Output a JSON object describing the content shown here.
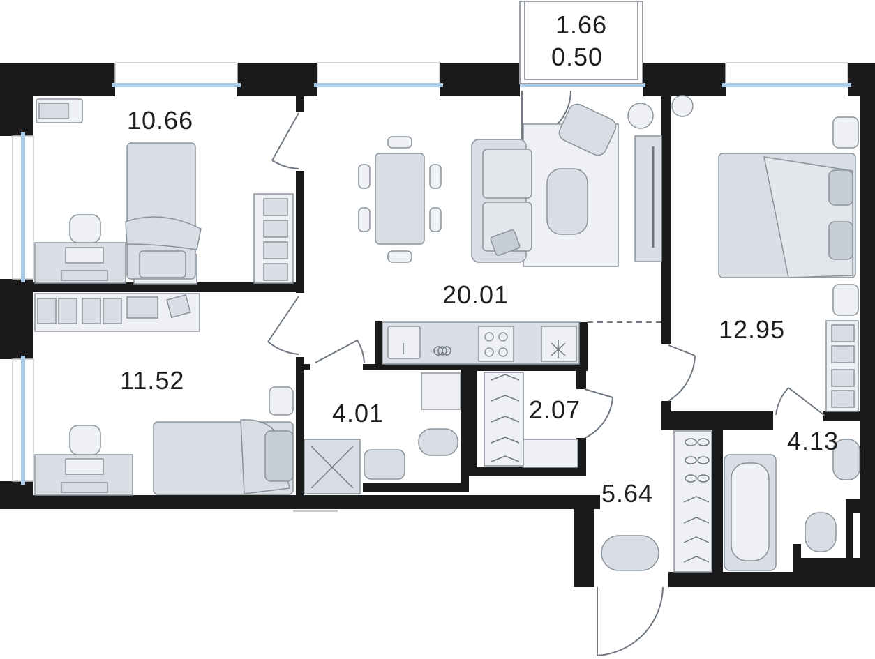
{
  "rooms": [
    {
      "name": "bedroom-small",
      "area": "10.66"
    },
    {
      "name": "living-room",
      "area": "20.01"
    },
    {
      "name": "bedroom-master",
      "area": "12.95"
    },
    {
      "name": "bedroom-second",
      "area": "11.52"
    },
    {
      "name": "shower-room",
      "area": "4.01"
    },
    {
      "name": "wardrobe",
      "area": "2.07"
    },
    {
      "name": "hallway",
      "area": "5.64"
    },
    {
      "name": "bathroom",
      "area": "4.13"
    }
  ],
  "balcony": {
    "area": "1.66",
    "coefficient": "0.50"
  },
  "colors": {
    "wall": "#1a1a1a",
    "window": "#a9cdea",
    "furniture": "#d9dee4",
    "furniture_stroke": "#8a939c",
    "rug": "#eef0f3"
  }
}
